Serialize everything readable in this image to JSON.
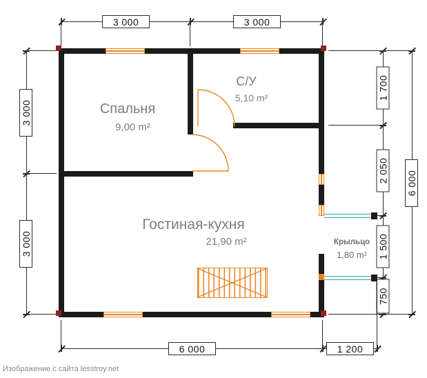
{
  "watermark": "Изображение с сайта lesstroy.net",
  "rooms": {
    "bedroom": {
      "name": "Спальня",
      "area": "9,00 m²"
    },
    "bathroom": {
      "name": "С/У",
      "area": "5,10 m²"
    },
    "living": {
      "name": "Гостиная-кухня",
      "area": "21,90 m²"
    },
    "porch": {
      "name": "Крыльцо",
      "area": "1,80 m²"
    }
  },
  "dimensions": {
    "top_left": "3 000",
    "top_right": "3 000",
    "left_top": "3 000",
    "left_bottom": "3 000",
    "right_1": "1 700",
    "right_2": "2 050",
    "right_3": "1 500",
    "right_4": "750",
    "right_total": "6 000",
    "bottom_main": "6 000",
    "bottom_porch": "1 200"
  },
  "colors": {
    "wall": "#1b1b1b",
    "joinery_orange": "#e8831d",
    "porch_teal": "#2aa7a0",
    "corner_mark_red": "#8e2121",
    "room_label_gray": "#7d7d7d"
  }
}
